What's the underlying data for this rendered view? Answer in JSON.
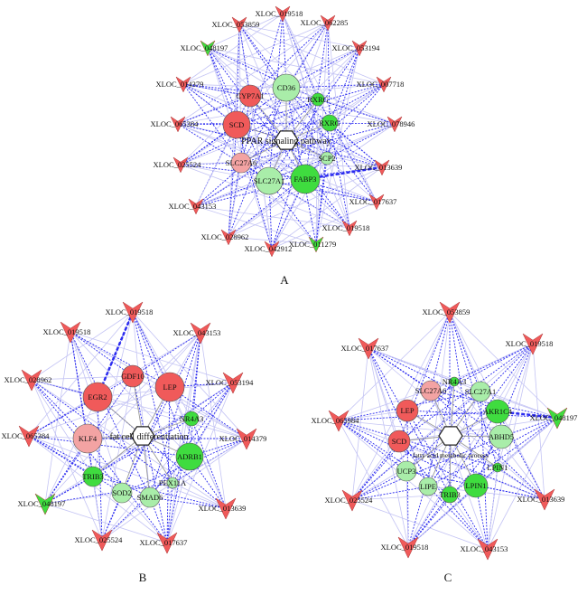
{
  "colors": {
    "up": "#f05a5a",
    "up_light": "#f3a3a3",
    "down": "#3fdc3f",
    "down_light": "#a9eda9",
    "edge": "#2a2af0",
    "edge_light": "#c4c4f4",
    "hub_edge": "#9a9a9a"
  },
  "panels": [
    {
      "letter": "A",
      "hub_label": "PPAR signaling pathway",
      "lncrnas": [
        {
          "label": "XLOC_019518",
          "color": "#f05a5a"
        },
        {
          "label": "XLOC_053859",
          "color": "#f05a5a"
        },
        {
          "label": "XLOC_062285",
          "color": "#f05a5a"
        },
        {
          "label": "XLOC_048197",
          "color": "#3fdc3f"
        },
        {
          "label": "XLOC_053194",
          "color": "#f05a5a"
        },
        {
          "label": "XLOC_014379",
          "color": "#f05a5a"
        },
        {
          "label": "XLOC_007718",
          "color": "#f05a5a"
        },
        {
          "label": "XLOC_065384",
          "color": "#f05a5a"
        },
        {
          "label": "XLOC_078946",
          "color": "#f05a5a"
        },
        {
          "label": "XLOC_025524",
          "color": "#f05a5a"
        },
        {
          "label": "XLOC_013639",
          "color": "#f05a5a"
        },
        {
          "label": "XLOC_043153",
          "color": "#f05a5a"
        },
        {
          "label": "XLOC_017637",
          "color": "#f05a5a"
        },
        {
          "label": "XLOC_028962",
          "color": "#f05a5a"
        },
        {
          "label": "XLOC_019518",
          "color": "#f05a5a"
        },
        {
          "label": "XLOC_042912",
          "color": "#f05a5a"
        },
        {
          "label": "XLOC_011279",
          "color": "#3fdc3f"
        }
      ],
      "genes": [
        {
          "label": "CYP7A1",
          "color": "#f05a5a"
        },
        {
          "label": "CD36",
          "color": "#a9eda9"
        },
        {
          "label": "RXRG",
          "color": "#3fdc3f"
        },
        {
          "label": "RXRG",
          "color": "#3fdc3f"
        },
        {
          "label": "SCD",
          "color": "#f05a5a"
        },
        {
          "label": "SLC27A6",
          "color": "#f3a3a3"
        },
        {
          "label": "SCP2",
          "color": "#a9eda9"
        },
        {
          "label": "SLC27A1",
          "color": "#a9eda9"
        },
        {
          "label": "FABP3",
          "color": "#3fdc3f"
        }
      ]
    },
    {
      "letter": "B",
      "hub_label": "fat cell differentiation",
      "lncrnas": [
        {
          "label": "XLOC_019518",
          "color": "#f05a5a"
        },
        {
          "label": "XLOC_019518",
          "color": "#f05a5a"
        },
        {
          "label": "XLOC_043153",
          "color": "#f05a5a"
        },
        {
          "label": "XLOC_028962",
          "color": "#f05a5a"
        },
        {
          "label": "XLOC_053194",
          "color": "#f05a5a"
        },
        {
          "label": "XLOC_065384",
          "color": "#f05a5a"
        },
        {
          "label": "XLOC_014379",
          "color": "#f05a5a"
        },
        {
          "label": "XLOC_048197",
          "color": "#3fdc3f"
        },
        {
          "label": "XLOC_013639",
          "color": "#f05a5a"
        },
        {
          "label": "XLOC_025524",
          "color": "#f05a5a"
        },
        {
          "label": "XLOC_017637",
          "color": "#f05a5a"
        }
      ],
      "genes": [
        {
          "label": "GDF10",
          "color": "#f05a5a"
        },
        {
          "label": "LEP",
          "color": "#f05a5a"
        },
        {
          "label": "EGR2",
          "color": "#f05a5a"
        },
        {
          "label": "NR4A3",
          "color": "#3fdc3f"
        },
        {
          "label": "KLF4",
          "color": "#f3a3a3"
        },
        {
          "label": "ADRB1",
          "color": "#3fdc3f"
        },
        {
          "label": "TRIB3",
          "color": "#3fdc3f"
        },
        {
          "label": "PEX11A",
          "color": "#a9eda9"
        },
        {
          "label": "SOD2",
          "color": "#a9eda9"
        },
        {
          "label": "SMAD6",
          "color": "#a9eda9"
        }
      ]
    },
    {
      "letter": "C",
      "hub_label": "fatty acid metabolic process",
      "lncrnas": [
        {
          "label": "XLOC_053859",
          "color": "#f05a5a"
        },
        {
          "label": "XLOC_017637",
          "color": "#f05a5a"
        },
        {
          "label": "XLOC_019518",
          "color": "#f05a5a"
        },
        {
          "label": "XLOC_065984",
          "color": "#f05a5a"
        },
        {
          "label": "XLOC_048197",
          "color": "#3fdc3f"
        },
        {
          "label": "XLOC_025524",
          "color": "#f05a5a"
        },
        {
          "label": "XLOC_013639",
          "color": "#f05a5a"
        },
        {
          "label": "XLOC_019518",
          "color": "#f05a5a"
        },
        {
          "label": "XLOC_043153",
          "color": "#f05a5a"
        }
      ],
      "genes": [
        {
          "label": "NR4A3",
          "color": "#3fdc3f"
        },
        {
          "label": "SLC27A6",
          "color": "#f3a3a3"
        },
        {
          "label": "SLC27A1",
          "color": "#a9eda9"
        },
        {
          "label": "LEP",
          "color": "#f05a5a"
        },
        {
          "label": "AKR1C4",
          "color": "#3fdc3f"
        },
        {
          "label": "SCD",
          "color": "#f05a5a"
        },
        {
          "label": "ABHD5",
          "color": "#a9eda9"
        },
        {
          "label": "LPIN1",
          "color": "#3fdc3f"
        },
        {
          "label": "UCP3",
          "color": "#a9eda9"
        },
        {
          "label": "LIPE",
          "color": "#a9eda9"
        },
        {
          "label": "TRIB3",
          "color": "#3fdc3f"
        },
        {
          "label": "LPIN1",
          "color": "#3fdc3f"
        }
      ]
    }
  ]
}
